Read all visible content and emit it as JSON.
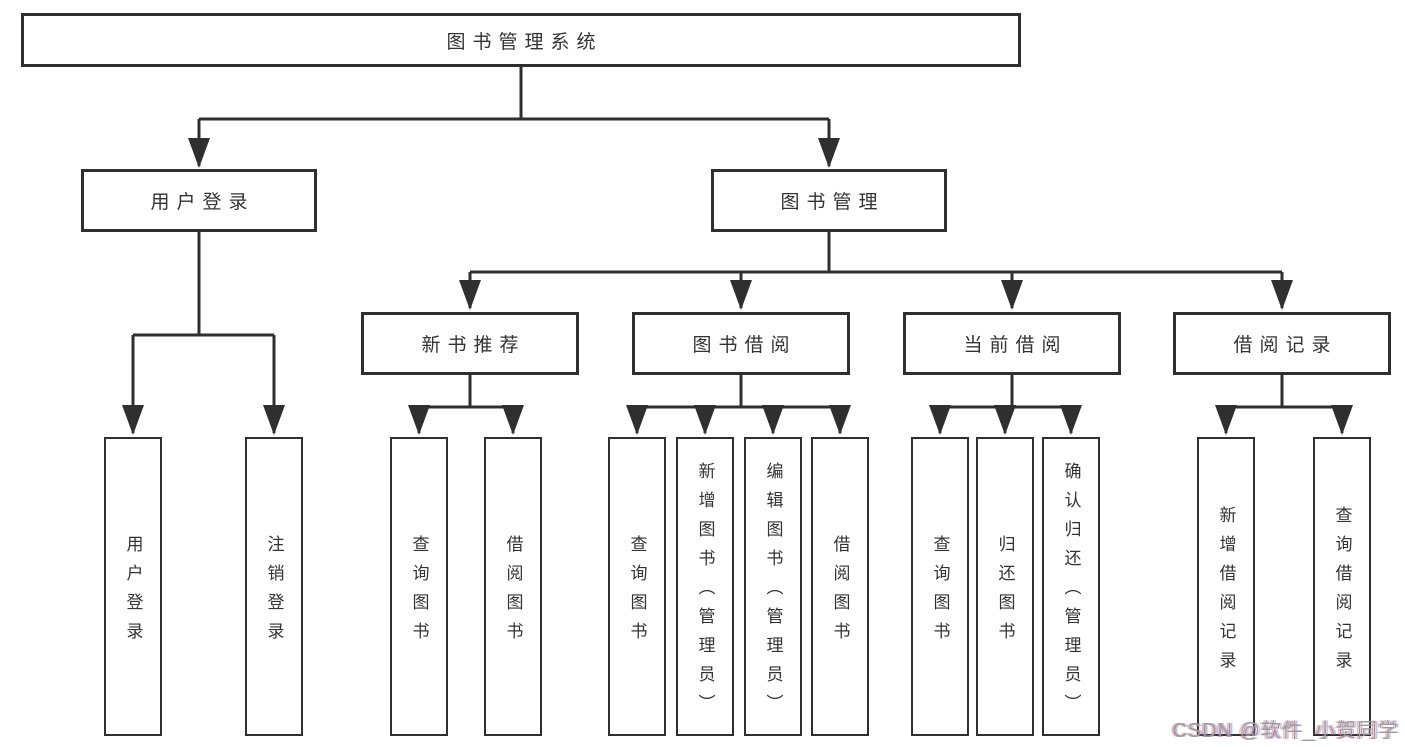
{
  "tree": {
    "root": {
      "label": "图书管理系统"
    },
    "user_login": {
      "label": "用户登录",
      "children": [
        {
          "label": "用户登录"
        },
        {
          "label": "注销登录"
        }
      ]
    },
    "book_mgmt": {
      "label": "图书管理",
      "sections": [
        {
          "label": "新书推荐",
          "children": [
            {
              "label": "查询图书"
            },
            {
              "label": "借阅图书"
            }
          ]
        },
        {
          "label": "图书借阅",
          "children": [
            {
              "label": "查询图书"
            },
            {
              "label": "新增图书（管理员）"
            },
            {
              "label": "编辑图书（管理员）"
            },
            {
              "label": "借阅图书"
            }
          ]
        },
        {
          "label": "当前借阅",
          "children": [
            {
              "label": "查询图书"
            },
            {
              "label": "归还图书"
            },
            {
              "label": "确认归还（管理员）"
            }
          ]
        },
        {
          "label": "借阅记录",
          "children": [
            {
              "label": "新增借阅记录"
            },
            {
              "label": "查询借阅记录"
            }
          ]
        }
      ]
    }
  },
  "watermark": "CSDN @软件_小贺同学",
  "colors": {
    "line": "#2f2f2f",
    "box_border": "#2f2f2f",
    "box_background": "#ffffff",
    "text": "#333333",
    "page_background": "#ffffff",
    "watermark": "#9c9c9c"
  }
}
